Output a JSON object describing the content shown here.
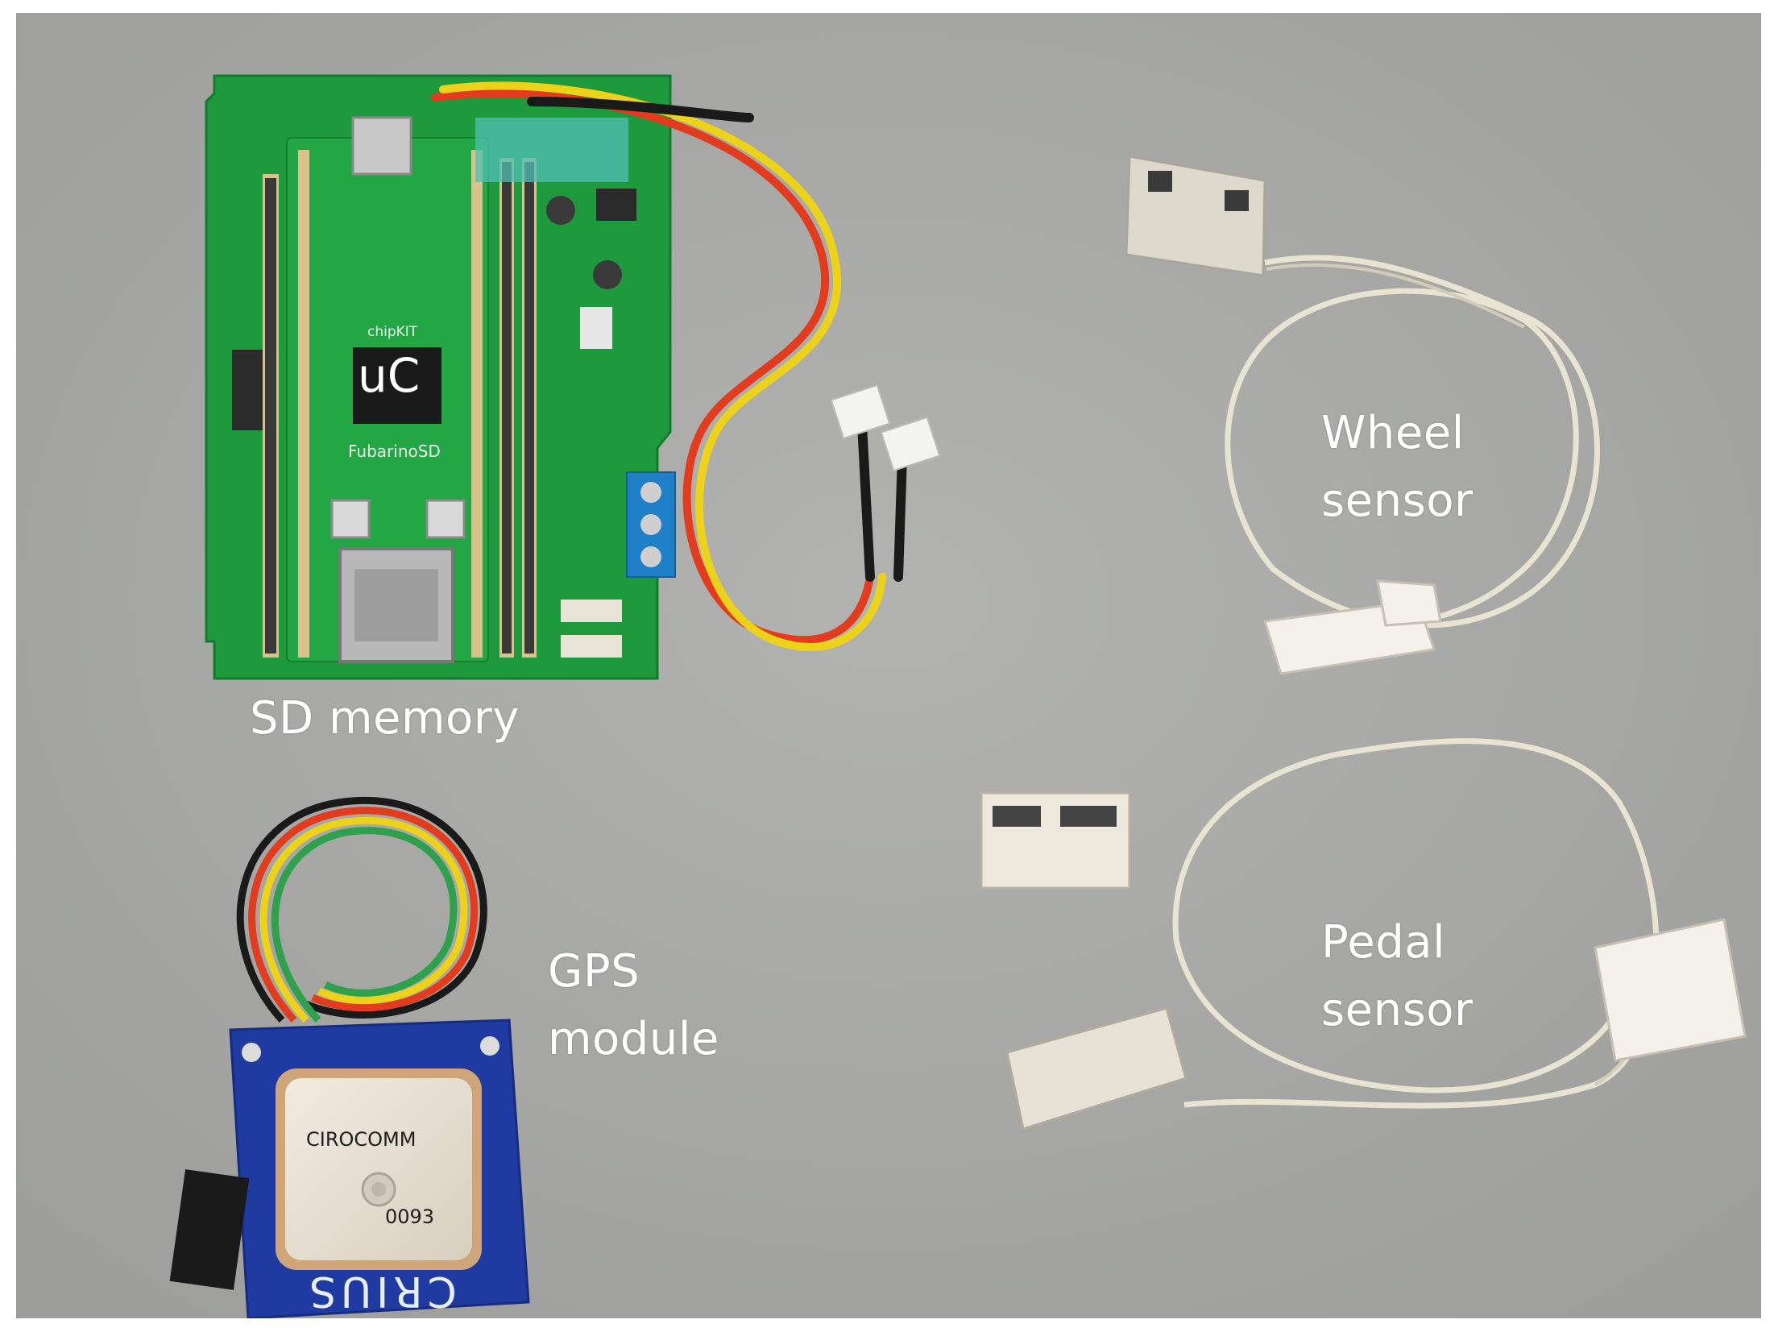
{
  "labels": {
    "sd_memory": "SD memory",
    "wheel_sensor": [
      "Wheel",
      "sensor"
    ],
    "pedal_sensor": [
      "Pedal",
      "sensor"
    ],
    "gps_module": [
      "GPS",
      "module"
    ],
    "microcontroller": "uC"
  },
  "printed": {
    "board_name": "FubarinoSD",
    "board_brand": "chipKIT",
    "gps_chip_brand": "CIROCOMM",
    "gps_chip_code": "0093",
    "gps_board_brand": "CRIUS"
  },
  "colors": {
    "background": "#a9aaa7",
    "pcb_green": "#1e9a3c",
    "gps_board_blue": "#1f3aa0",
    "sensor_white": "#ece8dc",
    "label_text": "#ffffff"
  }
}
